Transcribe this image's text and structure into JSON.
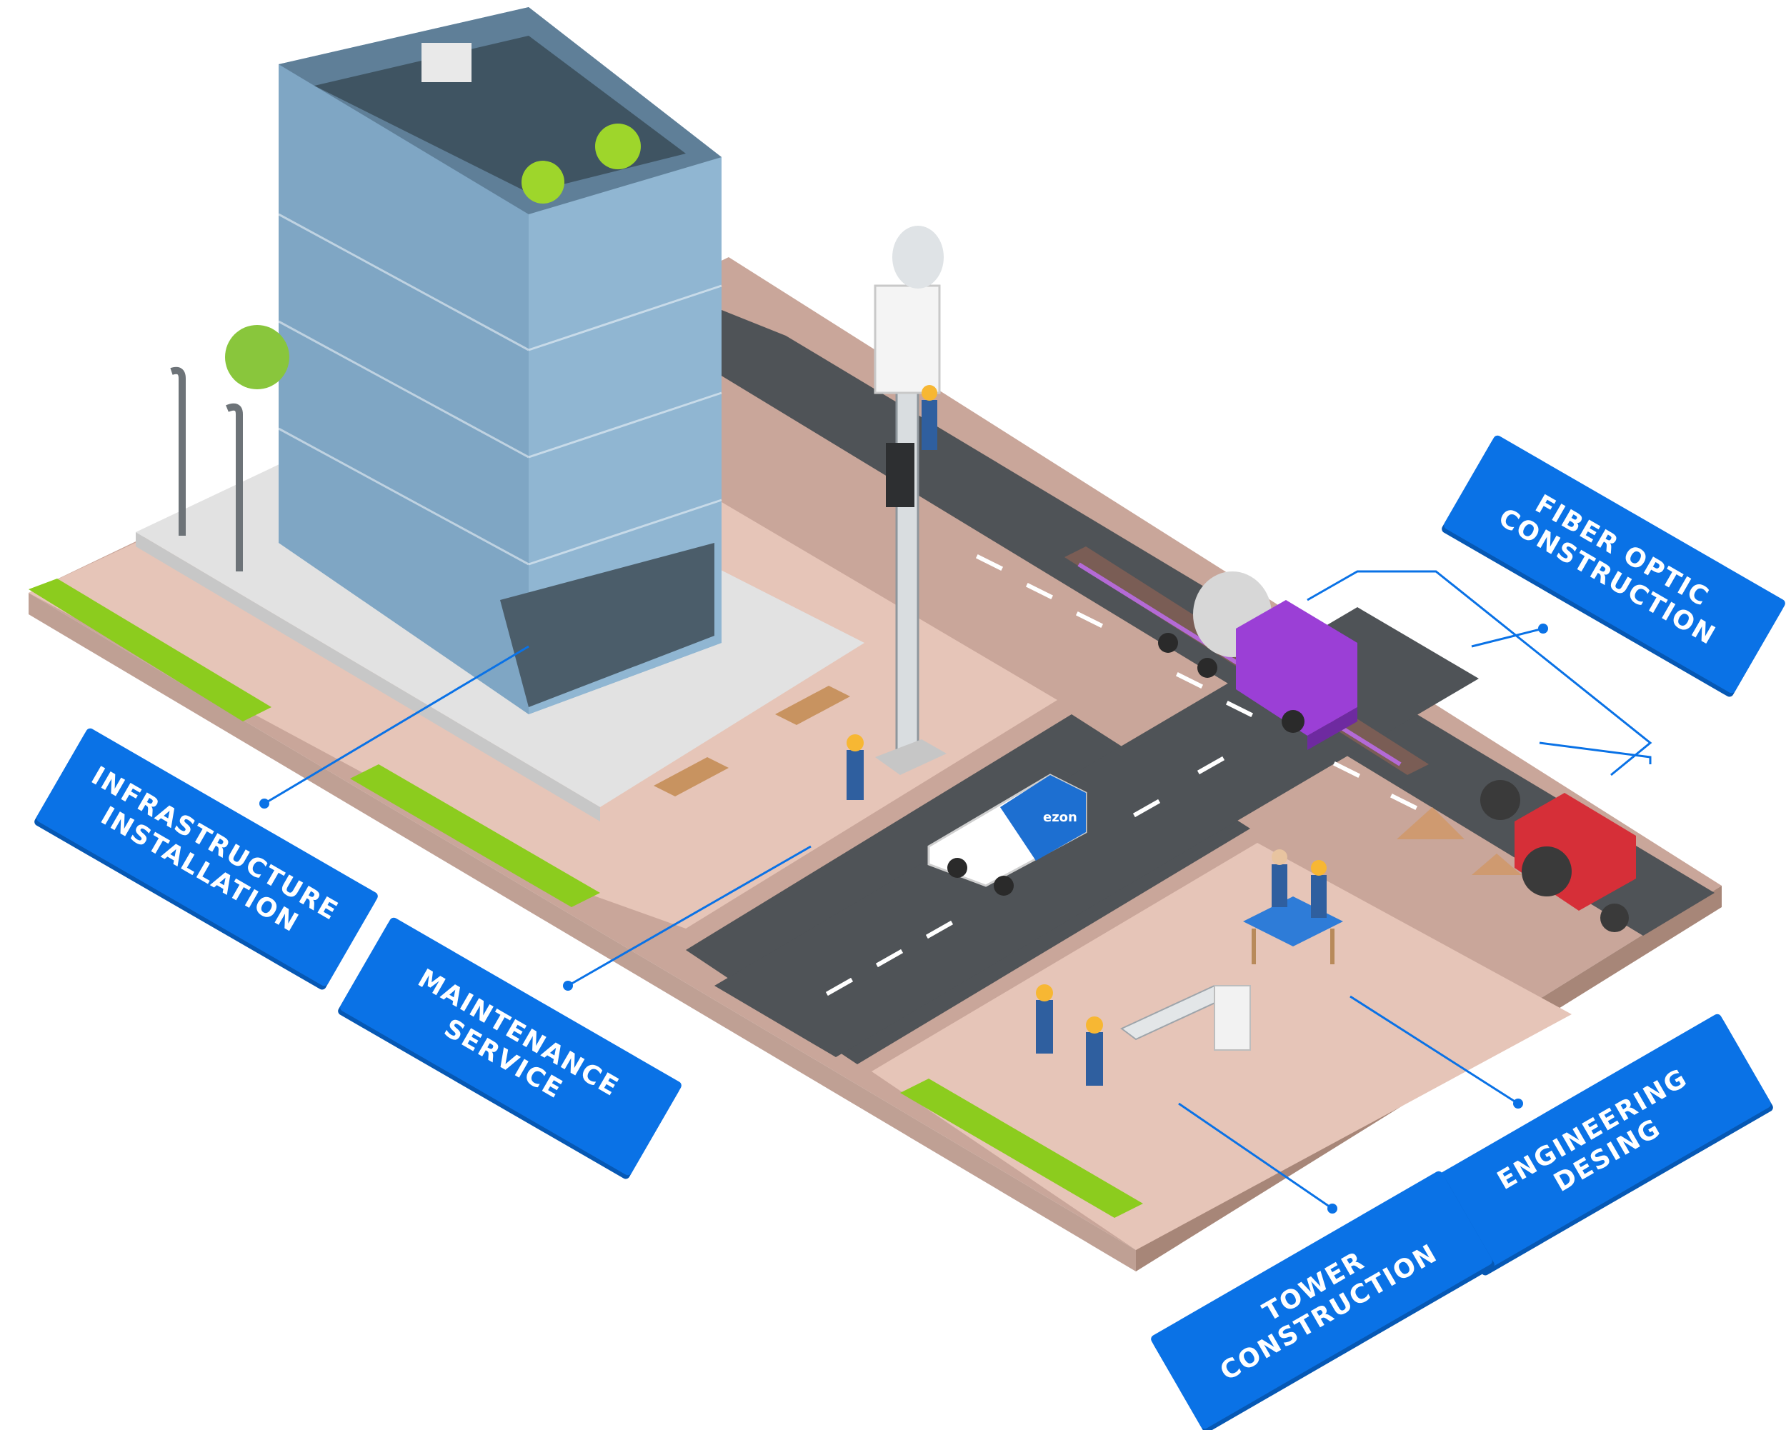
{
  "labels": {
    "infrastructure": [
      "INFRASTRUCTURE",
      "INSTALLATION"
    ],
    "maintenance": [
      "MAINTENANCE",
      "SERVICE"
    ],
    "fiber": [
      "FIBER OPTIC",
      "CONSTRUCTION"
    ],
    "engineering": [
      "ENGINEERING",
      "DESING"
    ],
    "tower": [
      "TOWER",
      "CONSTRUCTION"
    ]
  },
  "van_logo": "ezon",
  "colors": {
    "label_blue": "#0a72e6",
    "road": "#4f5357",
    "sidewalk": "#e5c5b8",
    "grass": "#8ccc1e",
    "truck": "#9b3fd6",
    "tractor": "#d62f38",
    "glass": "#7fa6c4"
  }
}
